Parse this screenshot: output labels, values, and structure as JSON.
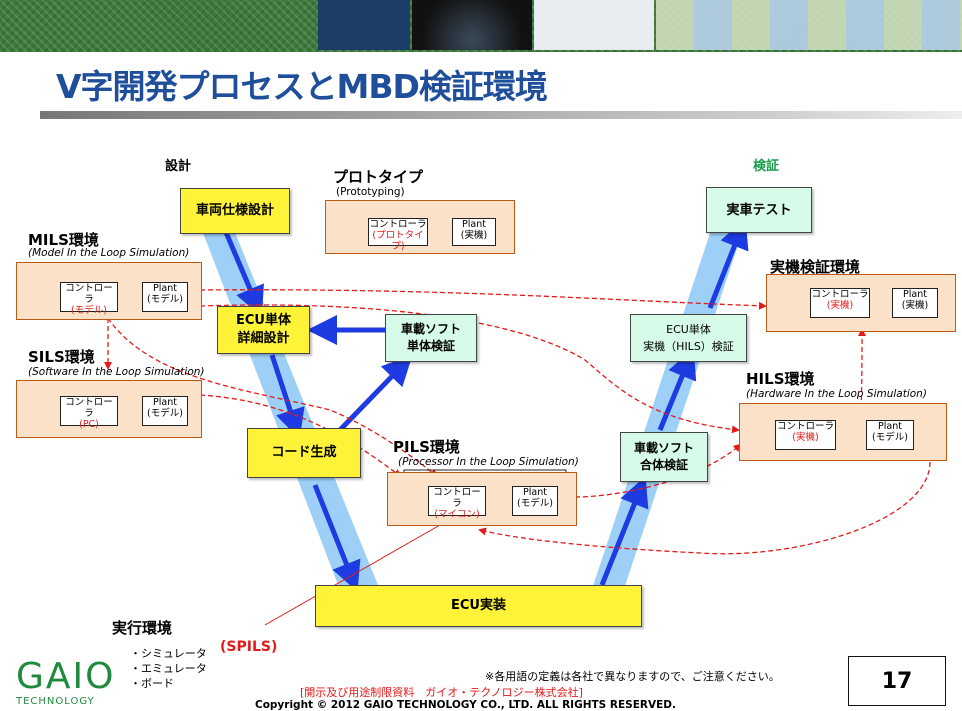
{
  "slide": {
    "title": "V字開発プロセスとMBD検証環境",
    "page_number": "17"
  },
  "phases": {
    "design": "設計",
    "verify": "検証"
  },
  "v_left": {
    "vehicle_spec": "車両仕様設計",
    "ecu_detail_1": "ECU単体",
    "ecu_detail_2": "詳細設計",
    "code_gen": "コード生成",
    "ecu_impl": "ECU実装"
  },
  "v_right": {
    "sw_unit_1": "車載ソフト",
    "sw_unit_2": "単体検証",
    "sw_integ_1": "車載ソフト",
    "sw_integ_2": "合体検証",
    "ecu_real_1": "ECU単体",
    "ecu_real_2": "実機（HILS）検証",
    "vehicle_test": "実車テスト"
  },
  "environments": {
    "prototype": {
      "title": "プロトタイプ",
      "subtitle": "(Prototyping)",
      "controller": "コントローラ",
      "controller_sub": "(プロトタイプ)",
      "plant": "Plant",
      "plant_sub": "(実機)"
    },
    "mils": {
      "title": "MILS環境",
      "subtitle": "(Model In the Loop Simulation)",
      "controller": "コントローラ",
      "controller_sub": "(モデル)",
      "plant": "Plant",
      "plant_sub": "(モデル)"
    },
    "sils": {
      "title": "SILS環境",
      "subtitle": "(Software In the Loop Simulation)",
      "controller": "コントローラ",
      "controller_sub": "(PC)",
      "plant": "Plant",
      "plant_sub": "(モデル)"
    },
    "pils": {
      "title": "PILS環境",
      "subtitle": "(Processor In the Loop Simulation)",
      "controller": "コントローラ",
      "controller_sub": "(マイコン)",
      "plant": "Plant",
      "plant_sub": "(モデル)"
    },
    "real": {
      "title": "実機検証環境",
      "controller": "コントローラ",
      "controller_sub": "(実機)",
      "plant": "Plant",
      "plant_sub": "(実機)"
    },
    "hils": {
      "title": "HILS環境",
      "subtitle": "(Hardware In the Loop Simulation)",
      "controller": "コントローラ",
      "controller_sub": "(実機)",
      "plant": "Plant",
      "plant_sub": "(モデル)"
    }
  },
  "exec_env": {
    "title": "実行環境",
    "items": [
      "・シミュレータ",
      "・エミュレータ",
      "・ボード"
    ],
    "spils": "(SPILS)"
  },
  "footer": {
    "note": "※各用語の定義は各社で異なりますので、ご注意ください。",
    "disclosure": "[開示及び用途制限資料　ガイオ・テクノロジー株式会社]",
    "copyright": "Copyright © 2012 GAIO TECHNOLOGY CO., LTD.  ALL RIGHTS RESERVED.",
    "logo_main": "GAIO",
    "logo_sub": "TECHNOLOGY"
  },
  "colors": {
    "title": "#1f4e9a",
    "dashed_red": "#e31a1a",
    "v_band": "#9ed0f7",
    "arrow_blue": "#1d3be0",
    "panel_fill": "#fbe1c8",
    "yellow_box": "#fff33a",
    "green_box": "#d6fbe8"
  }
}
